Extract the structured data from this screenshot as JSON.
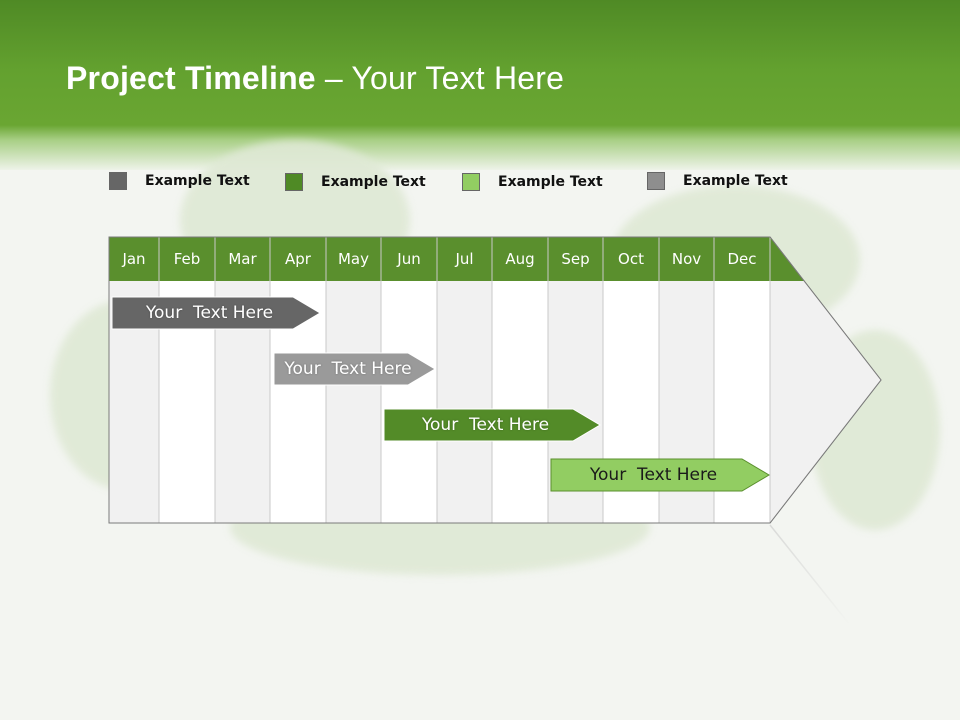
{
  "header": {
    "title_bold": "Project Timeline",
    "title_rest": " – Your Text Here"
  },
  "legend": [
    {
      "label": "Example Text",
      "color": "#666666"
    },
    {
      "label": "Example Text",
      "color": "#4f8a25"
    },
    {
      "label": "Example Text",
      "color": "#92cd62"
    },
    {
      "label": "Example Text",
      "color": "#8e8e8e"
    }
  ],
  "timeline": {
    "months": [
      "Jan",
      "Feb",
      "Mar",
      "Apr",
      "May",
      "Jun",
      "Jul",
      "Aug",
      "Sep",
      "Oct",
      "Nov",
      "Dec"
    ],
    "tasks": [
      {
        "label": "Your  Text Here",
        "color": "#666666",
        "text_color": "#ffffff"
      },
      {
        "label": "Your  Text Here",
        "color": "#9a9a9a",
        "text_color": "#ffffff"
      },
      {
        "label": "Your  Text Here",
        "color": "#538b28",
        "text_color": "#ffffff"
      },
      {
        "label": "Your  Text Here",
        "color": "#92cd62",
        "text_color": "#1a1a1a"
      }
    ]
  }
}
